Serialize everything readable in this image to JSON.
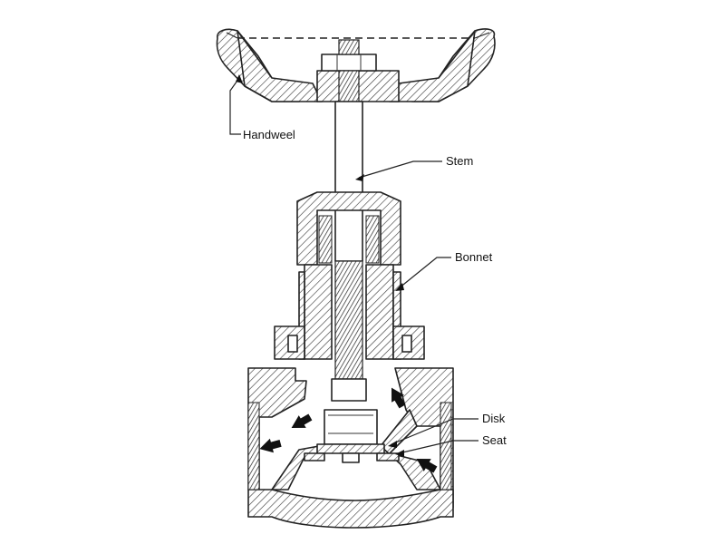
{
  "labels": {
    "handwheel": "Handweel",
    "stem": "Stem",
    "bonnet": "Bonnet",
    "disk": "Disk",
    "seat": "Seat"
  },
  "colors": {
    "line": "#222222",
    "background": "#ffffff"
  }
}
